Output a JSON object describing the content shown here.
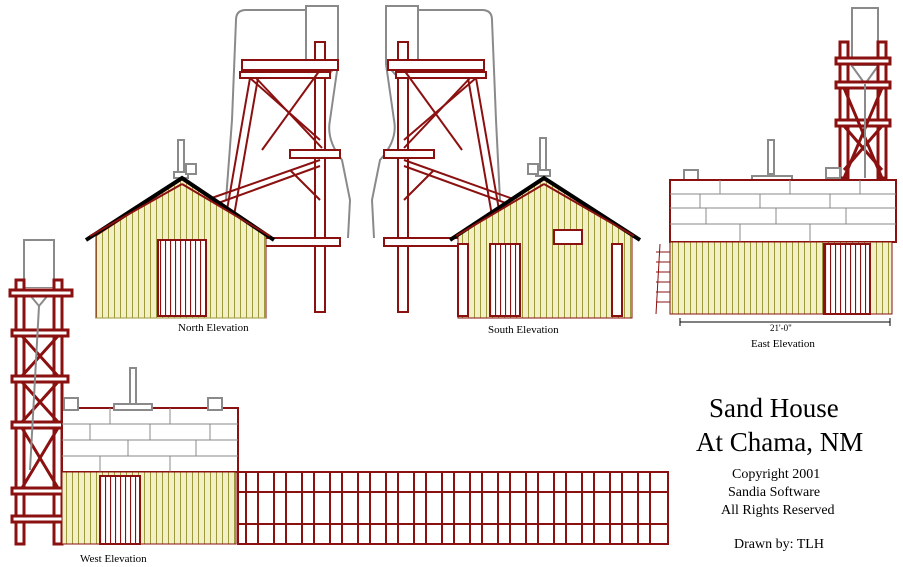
{
  "labels": {
    "north": "North Elevation",
    "south": "South Elevation",
    "east": "East Elevation",
    "west": "West Elevation",
    "dimension": "21'-0\""
  },
  "title": {
    "line1": "Sand House",
    "line2": "At Chama, NM"
  },
  "credits": {
    "copyright": "Copyright 2001",
    "company": "Sandia Software",
    "rights": "All Rights Reserved",
    "drawn_by": "Drawn by: TLH"
  },
  "colors": {
    "timber_red": "#8b1010",
    "siding_yellow": "#f2f0c4",
    "siding_line": "#9c9a3a",
    "roof_black": "#000000",
    "steel_gray": "#8a8a8a"
  }
}
